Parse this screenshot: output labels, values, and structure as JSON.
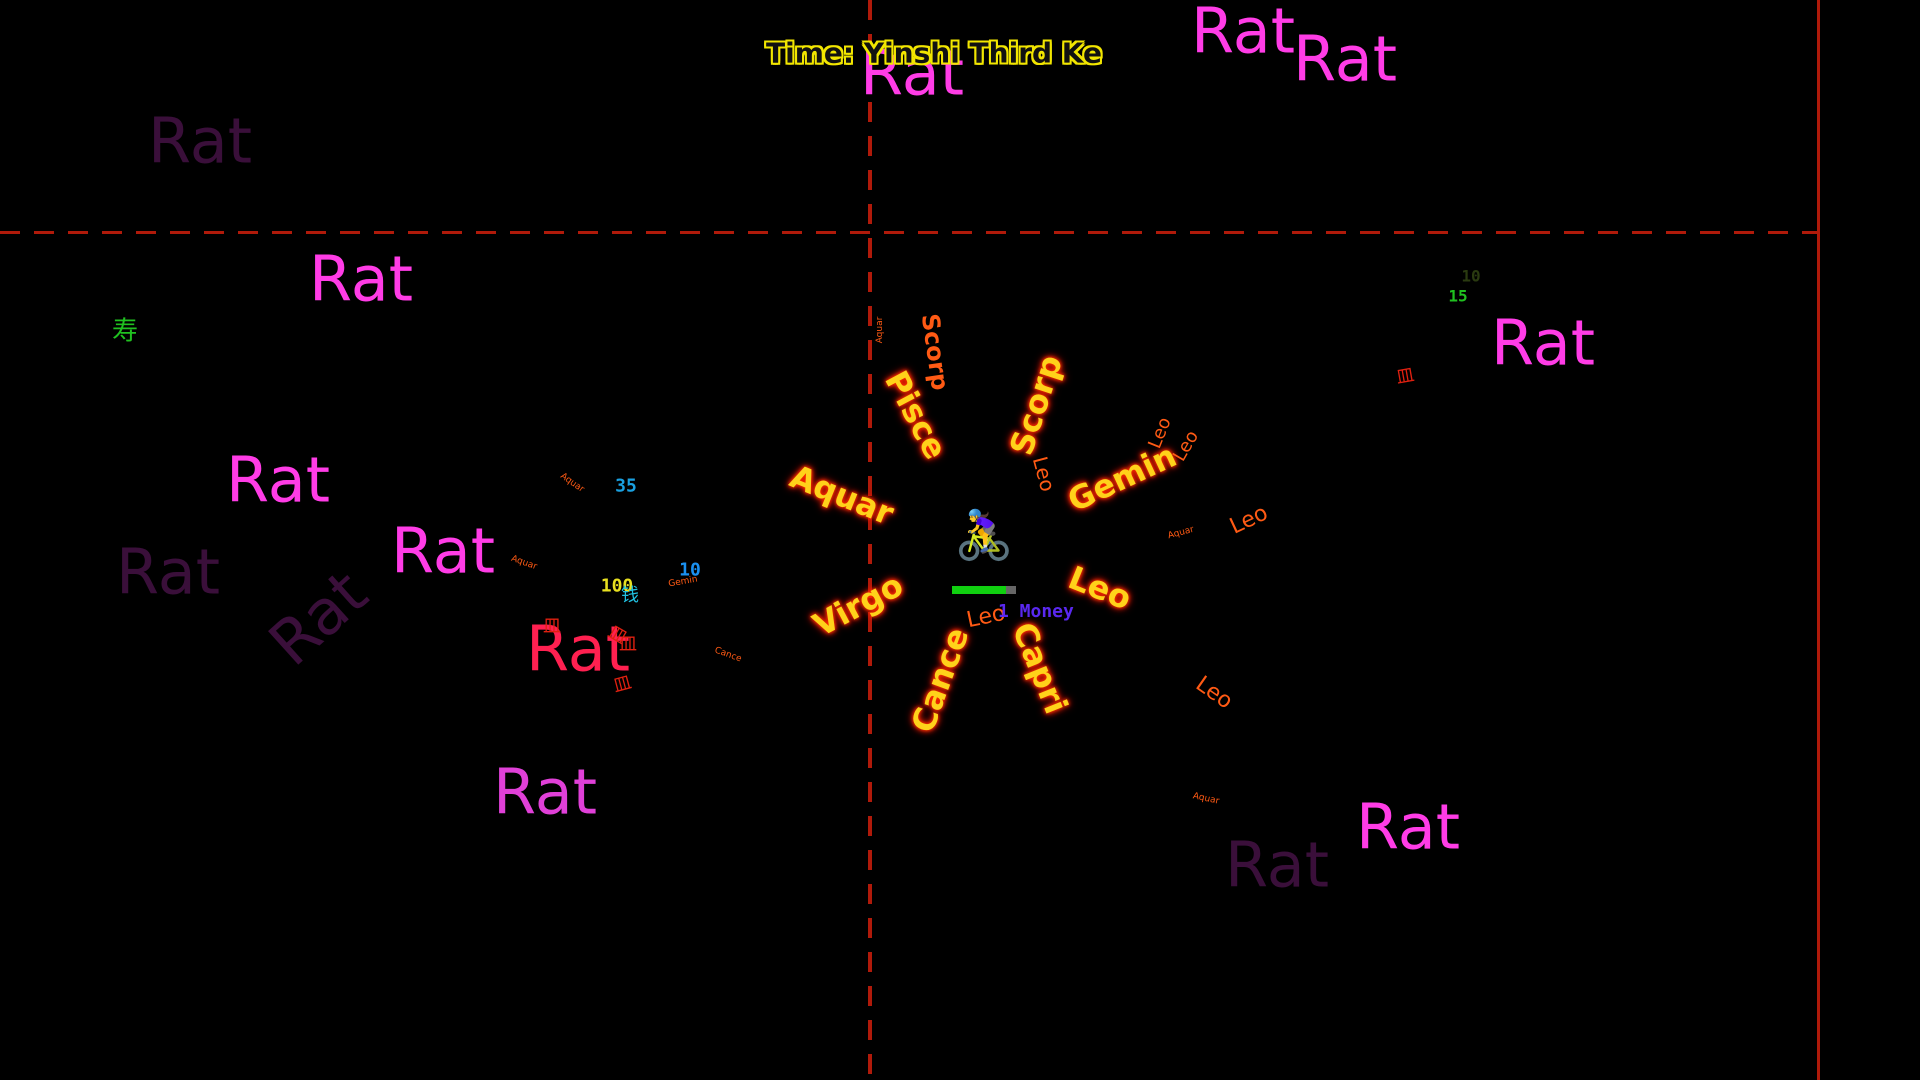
{
  "hud": {
    "time_label": "Time: Yinshi Third Ke"
  },
  "player": {
    "icon": "person-biking-icon",
    "glyph": "🚴‍♀️",
    "health_fraction": 0.85,
    "money_text": "1 Money"
  },
  "colors": {
    "rat_bright": "#ff3ce6",
    "rat_dim": "#3a0f3a",
    "rat_red": "#ff2050",
    "zodiac_glow": "#ffd21a",
    "zodiac_plain": "#ff5a14",
    "grid_line": "#b01a0a",
    "time_outline": "#f2e600"
  },
  "enemies": [
    {
      "label": "Rat",
      "tone": "dim-mid"
    },
    {
      "label": "Rat",
      "tone": "bright"
    },
    {
      "label": "Rat",
      "tone": "bright"
    },
    {
      "label": "Rat",
      "tone": "bright"
    },
    {
      "label": "Rat",
      "tone": "dim"
    },
    {
      "label": "Rat",
      "tone": "dim"
    },
    {
      "label": "Rat",
      "tone": "red"
    },
    {
      "label": "Rat",
      "tone": "bright"
    },
    {
      "label": "Rat",
      "tone": "bright"
    },
    {
      "label": "Rat",
      "tone": "bright"
    },
    {
      "label": "Rat",
      "tone": "bright"
    },
    {
      "label": "Rat",
      "tone": "bright"
    },
    {
      "label": "Rat",
      "tone": "bright"
    },
    {
      "label": "Rat",
      "tone": "dim"
    }
  ],
  "orbiting_weapons": [
    "Scorp",
    "Pisce",
    "Aquar",
    "Virgo",
    "Cance",
    "Capri",
    "Leo",
    "Gemin",
    "Scorp"
  ],
  "projectiles": [
    "Leo",
    "Leo",
    "Leo",
    "Leo",
    "Leo",
    "Leo"
  ],
  "small_projectiles": [
    "Aquar",
    "Aquar",
    "Aquar",
    "Gemin",
    "Cance",
    "Aquar",
    "Aquar"
  ],
  "damage_numbers": [
    {
      "value": "35",
      "color": "#1aa0e0"
    },
    {
      "value": "10",
      "color": "#1a90f0"
    },
    {
      "value": "100",
      "color": "#e8e020"
    },
    {
      "value": "10",
      "color": "#2a3a10"
    },
    {
      "value": "15",
      "color": "#20c020"
    }
  ],
  "pickups": [
    {
      "glyph": "寿",
      "color": "#20c020"
    },
    {
      "glyph": "钱",
      "color": "#20c0e0"
    },
    {
      "glyph": "皿",
      "color": "#e02010"
    },
    {
      "glyph": "皿",
      "color": "#e02010"
    },
    {
      "glyph": "皿",
      "color": "#e02010"
    },
    {
      "glyph": "皿",
      "color": "#e02010"
    },
    {
      "glyph": "皿",
      "color": "#e02010"
    }
  ]
}
